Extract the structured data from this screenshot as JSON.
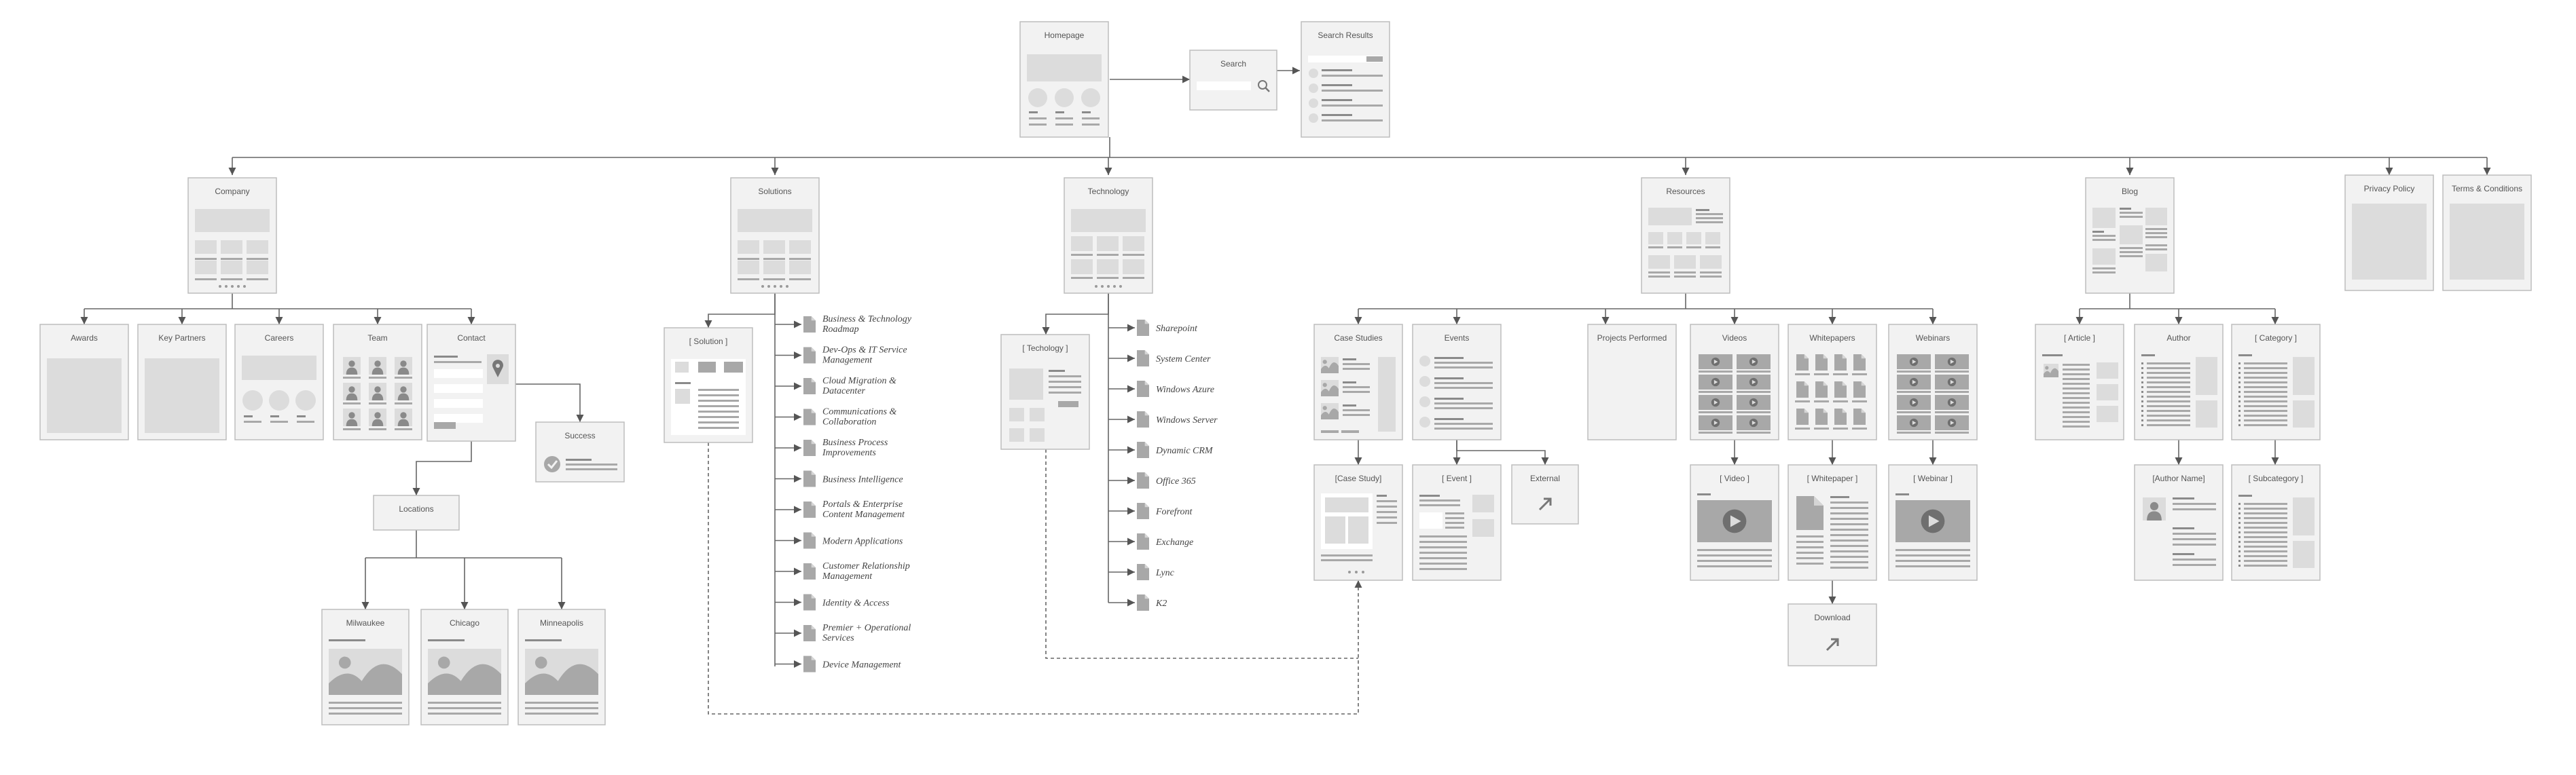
{
  "pages": {
    "homepage": "Homepage",
    "search": "Search",
    "search_results": "Search Results",
    "company": "Company",
    "solutions": "Solutions",
    "technology": "Technology",
    "resources": "Resources",
    "blog": "Blog",
    "privacy": "Privacy Policy",
    "terms": "Terms & Conditions",
    "awards": "Awards",
    "key_partners": "Key Partners",
    "careers": "Careers",
    "team": "Team",
    "contact": "Contact",
    "success": "Success",
    "locations": "Locations",
    "milwaukee": "Milwaukee",
    "chicago": "Chicago",
    "minneapolis": "Minneapolis",
    "solution_detail": "[ Solution ]",
    "technology_detail": "[ Techology ]",
    "case_studies": "Case Studies",
    "events": "Events",
    "projects_performed": "Projects Performed",
    "videos": "Videos",
    "whitepapers": "Whitepapers",
    "webinars": "Webinars",
    "case_study_detail": "[Case Study]",
    "event_detail": "[ Event ]",
    "external": "External",
    "video_detail": "[ Video ]",
    "whitepaper_detail": "[ Whitepaper ]",
    "webinar_detail": "[ Webinar ]",
    "download": "Download",
    "article": "[ Article ]",
    "author": "Author",
    "category": "[ Category ]",
    "author_name": "[Author Name]",
    "subcategory": "[ Subcategory ]"
  },
  "solutions_list": [
    [
      "Business & Technology",
      "Roadmap"
    ],
    [
      "Dev-Ops & IT Service",
      "Management"
    ],
    [
      "Cloud Migration &",
      "Datacenter"
    ],
    [
      "Communications &",
      "Collaboration"
    ],
    [
      "Business Process",
      "Improvements"
    ],
    [
      "Business Intelligence"
    ],
    [
      "Portals & Enterprise",
      "Content Management"
    ],
    [
      "Modern Applications"
    ],
    [
      "Customer Relationship",
      "Management"
    ],
    [
      "Identity & Access"
    ],
    [
      "Premier + Operational",
      "Services"
    ],
    [
      "Device Management"
    ]
  ],
  "technology_list": [
    "Sharepoint",
    "System Center",
    "Windows Azure",
    "Windows Server",
    "Dynamic CRM",
    "Office 365",
    "Forefront",
    "Exchange",
    "Lync",
    "K2"
  ]
}
